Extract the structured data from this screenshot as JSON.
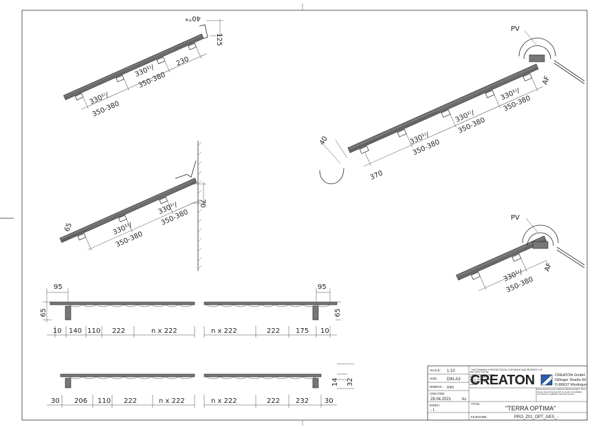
{
  "views": {
    "eaves_top": {
      "d1": "125",
      "d2": "40°*",
      "d3": "230",
      "d4": "330¹⁾/",
      "d5": "350-380",
      "d6": "330¹⁾/",
      "d7": "350-380"
    },
    "wall": {
      "d1": "65",
      "d2": "70",
      "d3": "330¹⁾/",
      "d4": "350-380",
      "d5": "330¹⁾/",
      "d6": "350-380"
    },
    "eaves_ridge": {
      "pv": "PV",
      "af": "AF",
      "d_gutter": "40",
      "d_first": "370",
      "d_batten": [
        "330¹⁾/",
        "350-380"
      ]
    },
    "hip": {
      "pv": "PV",
      "af": "AF",
      "d1": "330¹⁾/",
      "d2": "350-380"
    },
    "row1": {
      "left_top": "95",
      "right_top": "95",
      "left_h": "65",
      "right_h": "65",
      "dims_left": [
        "10",
        "140",
        "110",
        "222",
        "n x 222"
      ],
      "dims_right": [
        "n x 222",
        "222",
        "175",
        "10"
      ]
    },
    "row2": {
      "h1": "14",
      "h2": "32",
      "dims_left": [
        "30",
        "206",
        "110",
        "222",
        "n x 222"
      ],
      "dims_right": [
        "n x 222",
        "222",
        "232",
        "30"
      ]
    }
  },
  "title_block": {
    "scale_label": "SCALE:",
    "scale": "1:10",
    "size_label": "SIZE:",
    "size": "DIN-A3",
    "dims_label": "DIMENS.:",
    "dims": "mm",
    "created_label": "CREATED:",
    "created": "28.04.2021",
    "created_by": "Rs",
    "index_label": "INDEX:",
    "index": "- I.",
    "copyright": "THIS DRAWING IS PROTECTED BY COPYRIGHT AND PROPERTY OF",
    "notice": "AND MUST NOT BE COPIED OR USED AS OR GIVEN TO A THIRD PARTY WITHOUT PRIOR CONSENT OF THE OWNER",
    "brand": "CREATON",
    "company": "CREATON GmbH",
    "street": "Dillinger Straße 60",
    "city": "D-86637 Wertingen",
    "disclaimer": "Diese Zeichnung ist urheberrechtlich geschützt. Ohne unsere Genehmigung darf sie weder vervielfältigt noch Dritten zugänglich gemacht werden.",
    "title_label": "TITLE:",
    "title": "\"TERRA OPTIMA\"",
    "filename_label": "FILENAME:",
    "filename": "PRO_Z01_OPT_GES_-"
  }
}
